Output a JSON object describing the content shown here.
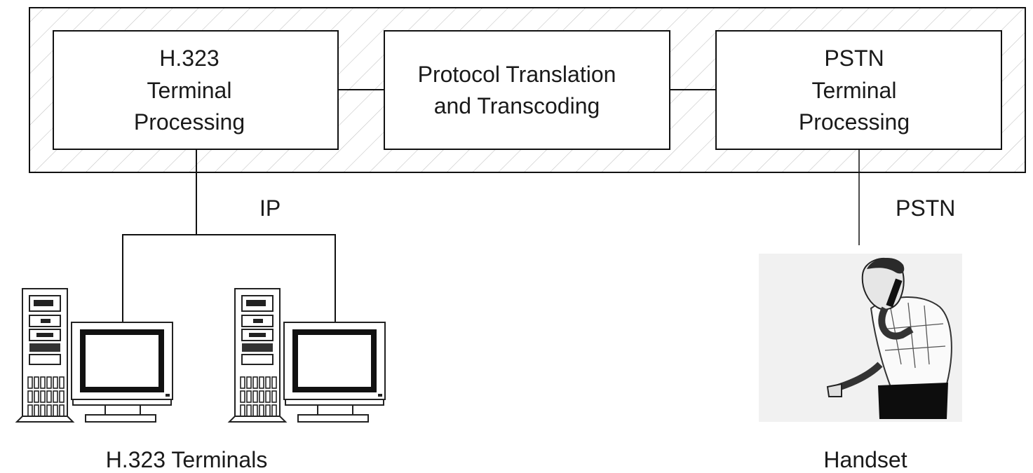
{
  "gateway": {
    "h323_block": {
      "lines": [
        "H.323",
        "Terminal",
        "Processing"
      ]
    },
    "translation_block": {
      "lines": [
        "Protocol Translation",
        "and Transcoding"
      ]
    },
    "pstn_block": {
      "lines": [
        "PSTN",
        "Terminal",
        "Processing"
      ]
    }
  },
  "links": {
    "ip_label": "IP",
    "pstn_label": "PSTN"
  },
  "endpoints": {
    "terminals_label": "H.323 Terminals",
    "handset_label": "Handset"
  },
  "icons": {
    "computer": "desktop-computer-icon",
    "person": "person-on-phone-icon"
  }
}
